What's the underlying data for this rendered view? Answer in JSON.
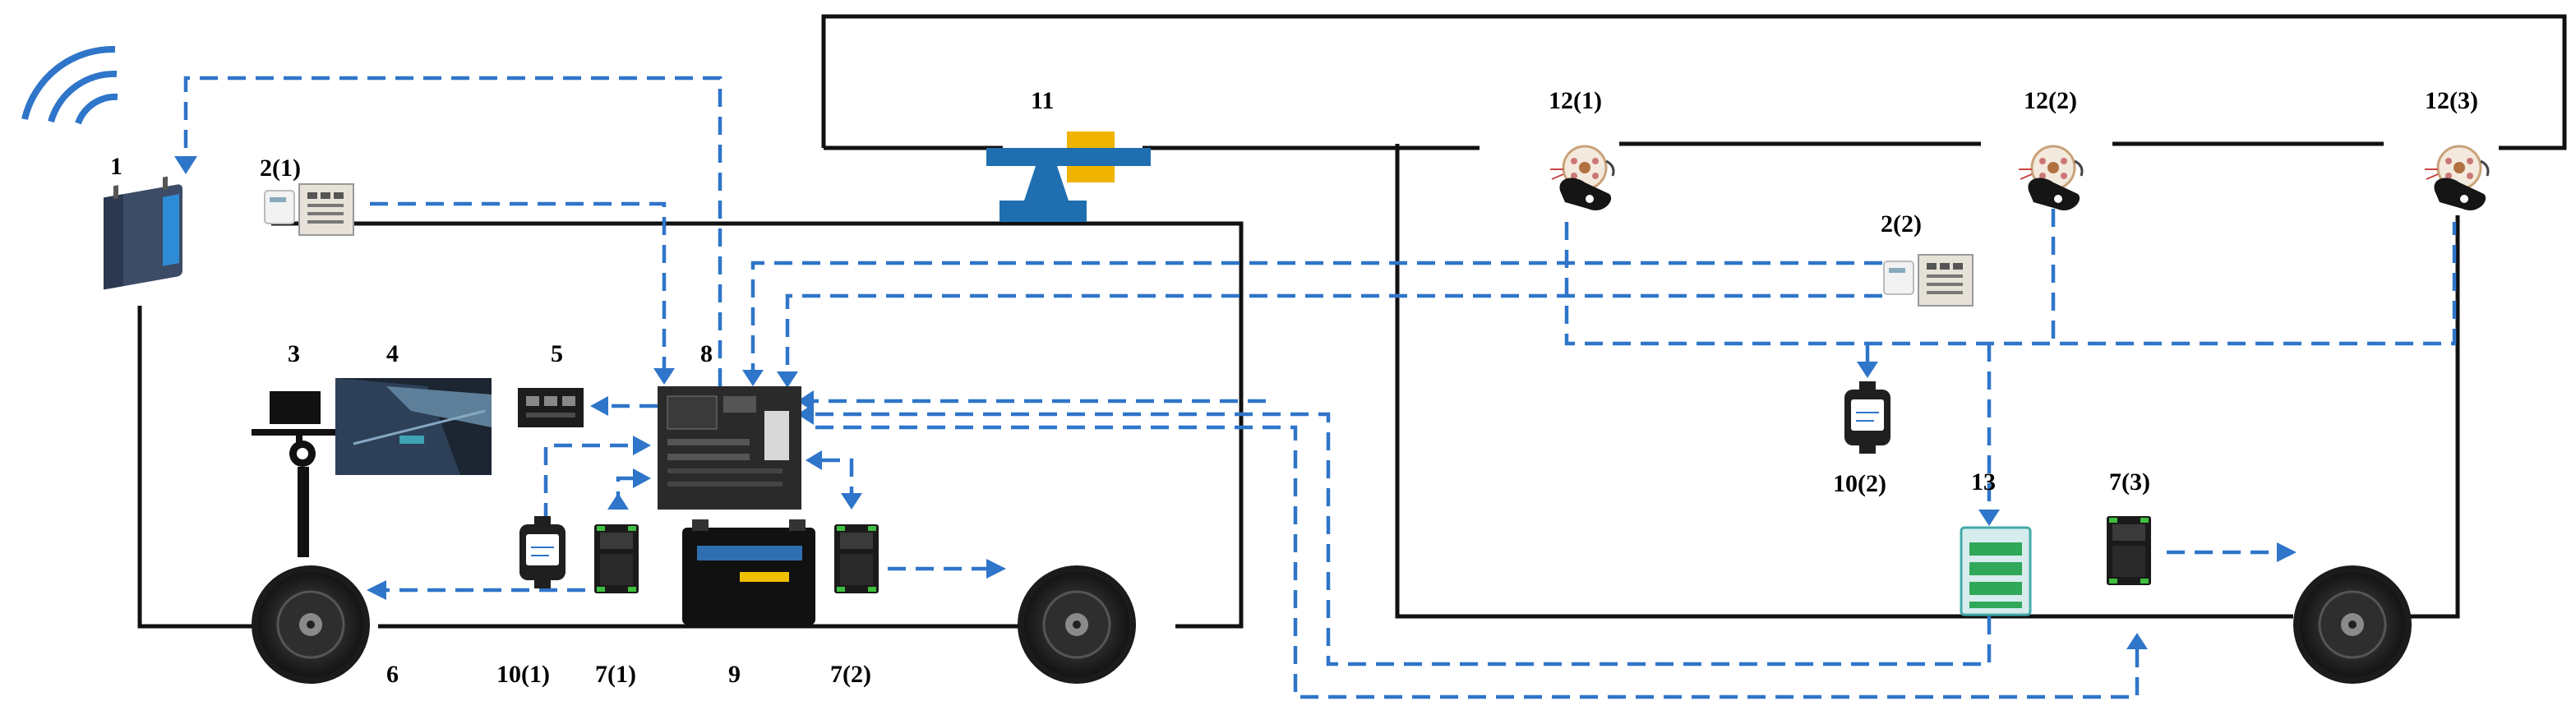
{
  "diagram": {
    "labels": {
      "n1": "1",
      "n2_1": "2(1)",
      "n2_2": "2(2)",
      "n3": "3",
      "n4": "4",
      "n5": "5",
      "n6": "6",
      "n7_1": "7(1)",
      "n7_2": "7(2)",
      "n7_3": "7(3)",
      "n8": "8",
      "n9": "9",
      "n10_1": "10(1)",
      "n10_2": "10(2)",
      "n11": "11",
      "n12_1": "12(1)",
      "n12_2": "12(2)",
      "n12_3": "12(3)",
      "n13": "13"
    },
    "colors": {
      "signal_line": "#2f75c9",
      "power_line": "#111111",
      "wheel": "#2a2a2a",
      "hinge_base": "#1f6fb0",
      "hinge_top": "#f0b400"
    }
  }
}
